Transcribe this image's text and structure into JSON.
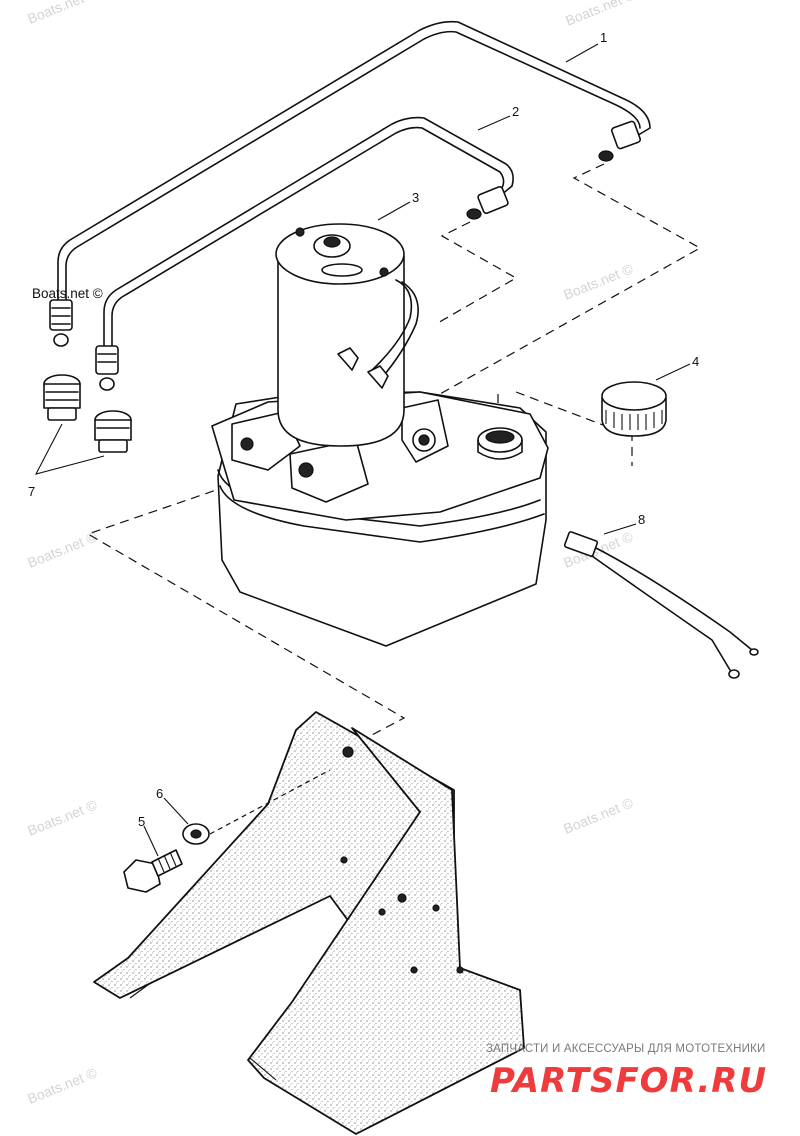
{
  "callouts": [
    {
      "id": "1",
      "part": "Hydraulic line 1"
    },
    {
      "id": "2",
      "part": "Hydraulic line 2"
    },
    {
      "id": "3",
      "part": "Pump motor"
    },
    {
      "id": "4",
      "part": "Reservoir cap"
    },
    {
      "id": "5",
      "part": "Bolt"
    },
    {
      "id": "6",
      "part": "Washer"
    },
    {
      "id": "7",
      "part": "Fittings"
    },
    {
      "id": "8",
      "part": "Sender wire"
    }
  ],
  "watermark": "Boats.net ©",
  "brand": {
    "tagline": "ЗАПЧАСТИ И АКСЕССУАРЫ ДЛЯ МОТОТЕХНИКИ",
    "name": "PARTSFOR.RU",
    "color": "#ef3b3b"
  }
}
